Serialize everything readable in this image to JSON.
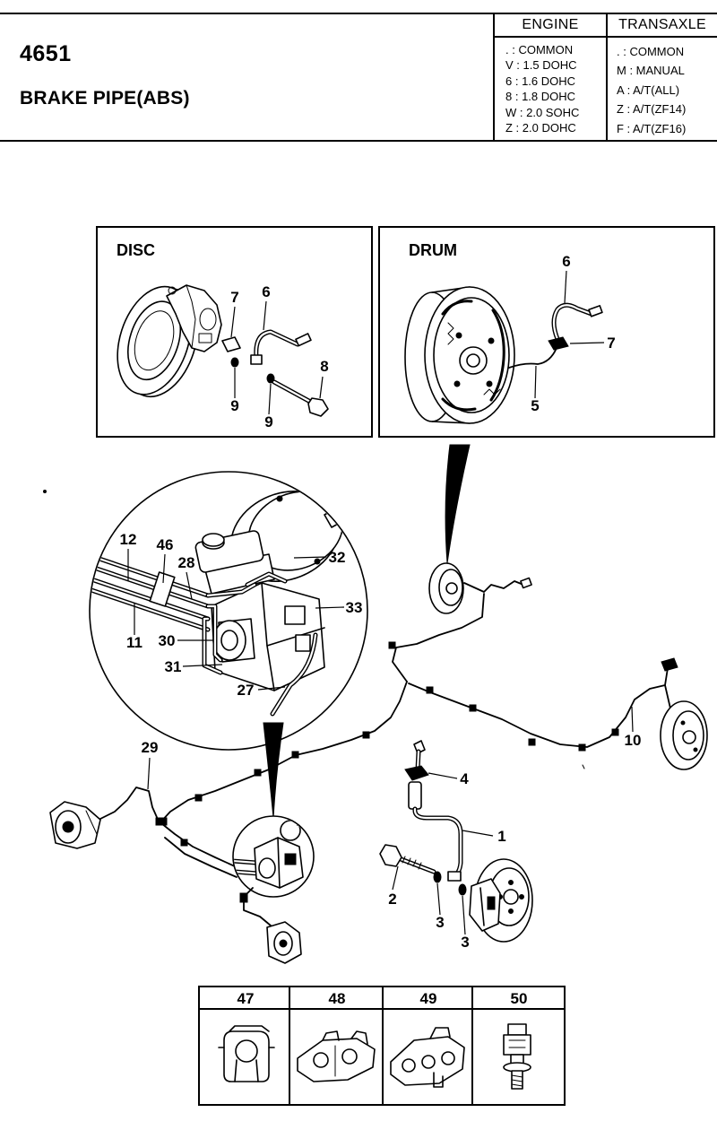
{
  "header": {
    "part_number": "4651",
    "title": "BRAKE PIPE(ABS)"
  },
  "legend": {
    "engine": {
      "heading": "ENGINE",
      "rows": [
        ". : COMMON",
        "V : 1.5 DOHC",
        "6 : 1.6 DOHC",
        "8 : 1.8 DOHC",
        "W : 2.0 SOHC",
        "Z : 2.0 DOHC"
      ]
    },
    "transaxle": {
      "heading": "TRANSAXLE",
      "rows": [
        ". : COMMON",
        "M : MANUAL",
        "A : A/T(ALL)",
        "Z : A/T(ZF14)",
        "F : A/T(ZF16)"
      ]
    }
  },
  "disc_inset": {
    "label": "DISC",
    "callouts": [
      "7",
      "6",
      "8",
      "9",
      "9"
    ]
  },
  "drum_inset": {
    "label": "DRUM",
    "callouts": [
      "6",
      "7",
      "5"
    ]
  },
  "abs_unit_detail": {
    "callouts": [
      "12",
      "46",
      "28",
      "32",
      "33",
      "11",
      "30",
      "31",
      "27"
    ]
  },
  "pipe_layout": {
    "callouts": [
      "29",
      "10",
      "4",
      "1",
      "2",
      "3",
      "3"
    ]
  },
  "clip_table": {
    "part_numbers": [
      "47",
      "48",
      "49",
      "50"
    ]
  }
}
